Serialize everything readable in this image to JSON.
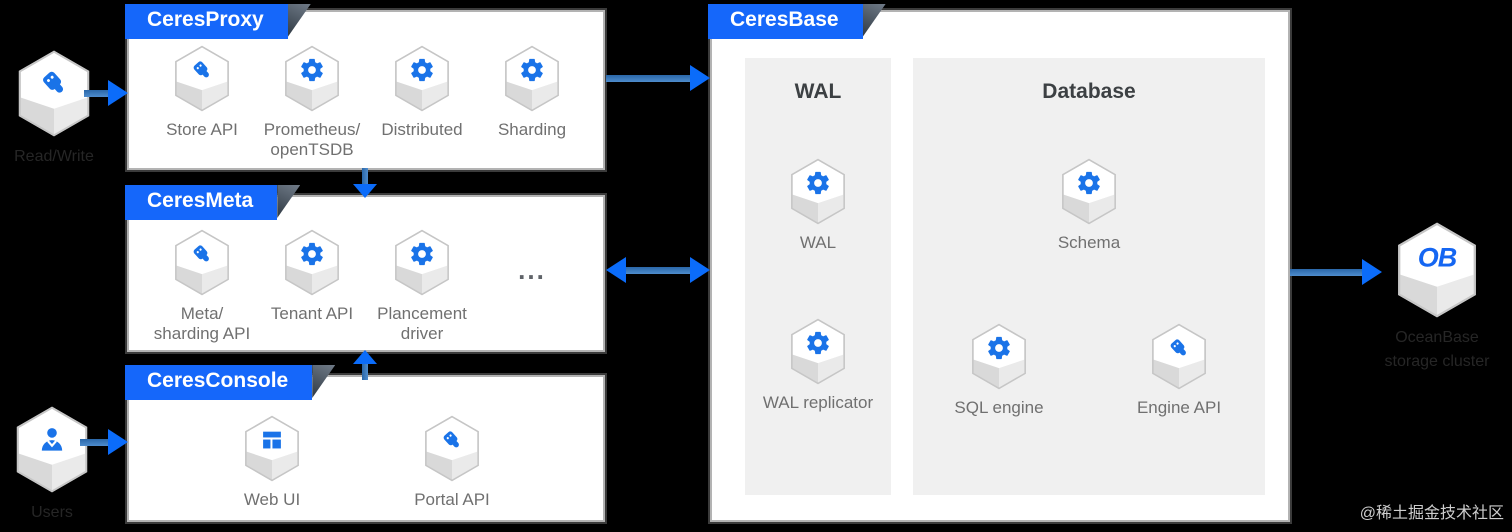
{
  "colors": {
    "accent_blue": "#1567fa",
    "icon_blue": "#1a73e8",
    "arrow_head_blue": "#0b6cfa",
    "arrow_shaft_blue": "#3273bd",
    "label_gray": "#707070",
    "subpanel_gray": "#f0f0f0",
    "background": "#000000"
  },
  "watermark": "@稀土掘金技术社区",
  "external": {
    "client_top": {
      "icon": "plug",
      "label": "Read/Write"
    },
    "client_bottom": {
      "icon": "person",
      "label": "Users"
    },
    "storage": {
      "logo": "OB",
      "label": [
        "OceanBase",
        "storage cluster"
      ]
    }
  },
  "panels": {
    "proxy": {
      "title": "CeresProxy",
      "items": [
        {
          "icon": "plug",
          "label": "Store API"
        },
        {
          "icon": "gear",
          "label": [
            "Prometheus/",
            "openTSDB"
          ]
        },
        {
          "icon": "gear",
          "label": "Distributed"
        },
        {
          "icon": "gear",
          "label": "Sharding"
        }
      ]
    },
    "meta": {
      "title": "CeresMeta",
      "items": [
        {
          "icon": "plug",
          "label": [
            "Meta/",
            "sharding API"
          ]
        },
        {
          "icon": "gear",
          "label": "Tenant API"
        },
        {
          "icon": "gear",
          "label": [
            "Plancement",
            "driver"
          ]
        },
        {
          "icon": "dots",
          "label": "..."
        }
      ]
    },
    "console": {
      "title": "CeresConsole",
      "items": [
        {
          "icon": "webui",
          "label": "Web UI"
        },
        {
          "icon": "plug",
          "label": "Portal API"
        }
      ]
    },
    "base": {
      "title": "CeresBase",
      "sections": [
        {
          "title": "WAL",
          "items": [
            {
              "icon": "gear",
              "label": "WAL"
            },
            {
              "icon": "gear",
              "label": "WAL replicator"
            }
          ]
        },
        {
          "title": "Database",
          "items": [
            {
              "icon": "gear",
              "label": "Schema"
            },
            {
              "icon": "gear",
              "label": "SQL engine"
            },
            {
              "icon": "plug",
              "label": "Engine API"
            }
          ]
        }
      ]
    }
  }
}
